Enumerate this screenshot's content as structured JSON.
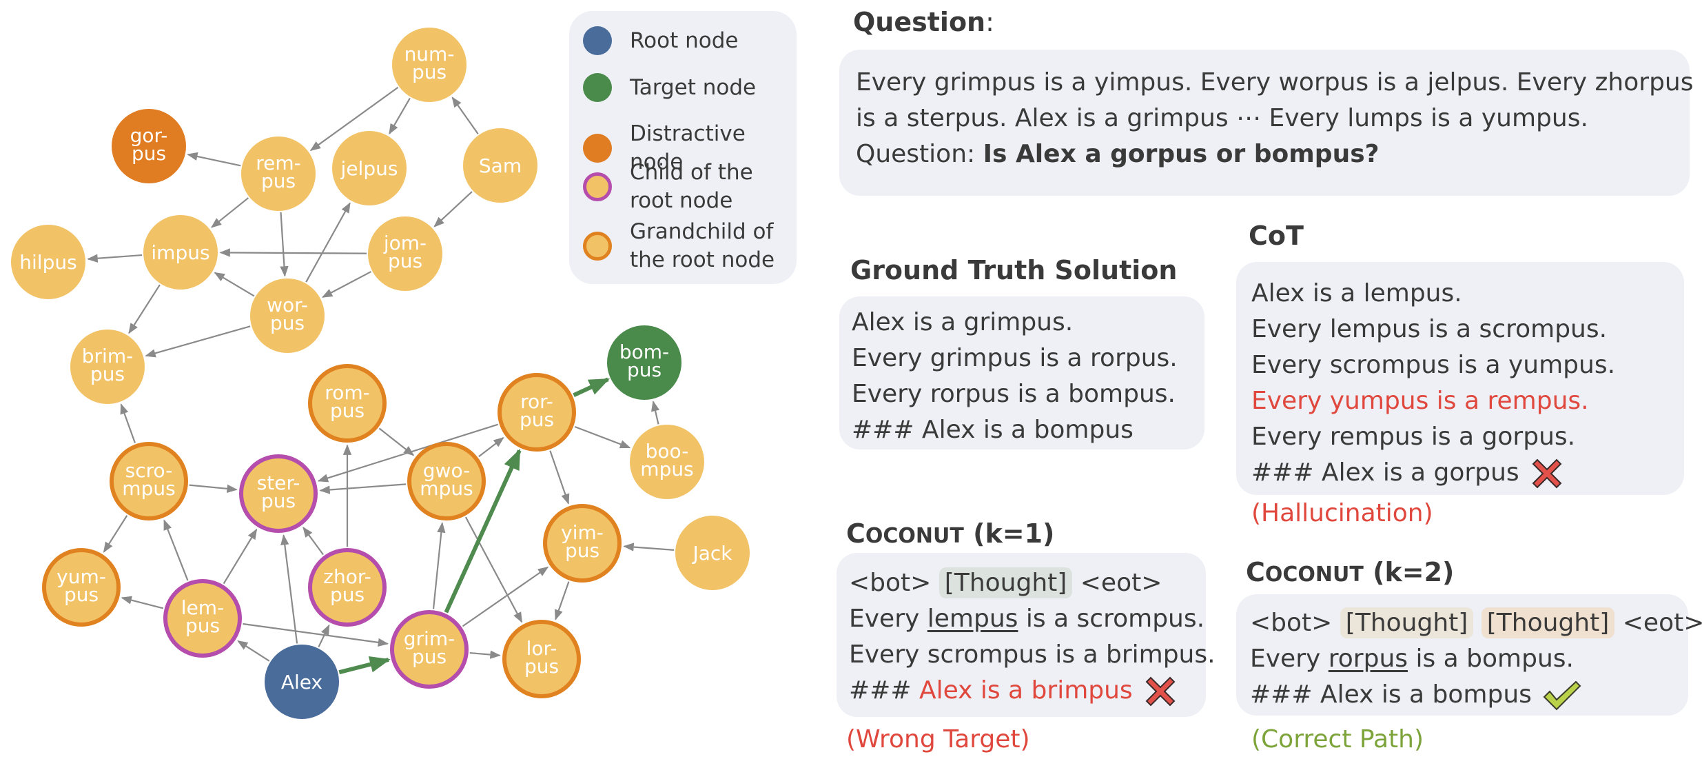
{
  "legend": [
    {
      "label": "Root node",
      "fill": "#4a6c9a",
      "stroke": "#4a6c9a"
    },
    {
      "label": "Target node",
      "fill": "#4a8a4a",
      "stroke": "#4a8a4a"
    },
    {
      "label": "Distractive node",
      "fill": "#e07c22",
      "stroke": "#e07c22"
    },
    {
      "label": "Child of the root node",
      "fill": "#f2c266",
      "stroke": "#b44dac"
    },
    {
      "label": "Grandchild of the root node",
      "fill": "#f2c266",
      "stroke": "#e0821f"
    }
  ],
  "graph": {
    "nodes": [
      {
        "id": "numpus",
        "label": "num-\npus",
        "type": "plain"
      },
      {
        "id": "gorpus",
        "label": "gor-\npus",
        "type": "distractive"
      },
      {
        "id": "rempus",
        "label": "rem-\npus",
        "type": "plain"
      },
      {
        "id": "jelpus",
        "label": "jelpus",
        "type": "plain"
      },
      {
        "id": "sam",
        "label": "Sam",
        "type": "plain"
      },
      {
        "id": "hilpus",
        "label": "hilpus",
        "type": "plain"
      },
      {
        "id": "impus",
        "label": "impus",
        "type": "plain"
      },
      {
        "id": "jompus",
        "label": "jom-\npus",
        "type": "plain"
      },
      {
        "id": "worpus",
        "label": "wor-\npus",
        "type": "plain"
      },
      {
        "id": "brimpus",
        "label": "brim-\npus",
        "type": "plain"
      },
      {
        "id": "rompus",
        "label": "rom-\npus",
        "type": "grandchild"
      },
      {
        "id": "rorpus",
        "label": "ror-\npus",
        "type": "grandchild"
      },
      {
        "id": "bompus",
        "label": "bom-\npus",
        "type": "target"
      },
      {
        "id": "boompus",
        "label": "boo-\nmpus",
        "type": "plain"
      },
      {
        "id": "scrompus",
        "label": "scro-\nmpus",
        "type": "grandchild"
      },
      {
        "id": "sterpus",
        "label": "ster-\npus",
        "type": "child"
      },
      {
        "id": "gwompus",
        "label": "gwo-\nmpus",
        "type": "grandchild"
      },
      {
        "id": "yimpus",
        "label": "yim-\npus",
        "type": "grandchild"
      },
      {
        "id": "jack",
        "label": "Jack",
        "type": "plain"
      },
      {
        "id": "yumpus",
        "label": "yum-\npus",
        "type": "grandchild"
      },
      {
        "id": "lempus",
        "label": "lem-\npus",
        "type": "child"
      },
      {
        "id": "zhorpus",
        "label": "zhor-\npus",
        "type": "child"
      },
      {
        "id": "grimpus",
        "label": "grim-\npus",
        "type": "child"
      },
      {
        "id": "lorpus",
        "label": "lor-\npus",
        "type": "grandchild"
      },
      {
        "id": "alex",
        "label": "Alex",
        "type": "root"
      }
    ],
    "edges": [
      [
        "numpus",
        "rempus",
        false
      ],
      [
        "numpus",
        "jelpus",
        false
      ],
      [
        "sam",
        "numpus",
        false
      ],
      [
        "sam",
        "jompus",
        false
      ],
      [
        "rempus",
        "gorpus",
        false
      ],
      [
        "rempus",
        "impus",
        false
      ],
      [
        "rempus",
        "worpus",
        false
      ],
      [
        "impus",
        "hilpus",
        false
      ],
      [
        "impus",
        "brimpus",
        false
      ],
      [
        "jompus",
        "impus",
        false
      ],
      [
        "jompus",
        "worpus",
        false
      ],
      [
        "worpus",
        "impus",
        false
      ],
      [
        "worpus",
        "jelpus",
        false
      ],
      [
        "worpus",
        "brimpus",
        false
      ],
      [
        "scrompus",
        "brimpus",
        false
      ],
      [
        "scrompus",
        "sterpus",
        false
      ],
      [
        "scrompus",
        "yumpus",
        false
      ],
      [
        "rorpus",
        "bompus",
        true
      ],
      [
        "rorpus",
        "sterpus",
        false
      ],
      [
        "rorpus",
        "boompus",
        false
      ],
      [
        "rorpus",
        "yimpus",
        false
      ],
      [
        "boompus",
        "bompus",
        false
      ],
      [
        "gwompus",
        "rorpus",
        false
      ],
      [
        "gwompus",
        "sterpus",
        false
      ],
      [
        "gwompus",
        "lorpus",
        false
      ],
      [
        "rompus",
        "gwompus",
        false
      ],
      [
        "zhorpus",
        "rompus",
        false
      ],
      [
        "zhorpus",
        "sterpus",
        false
      ],
      [
        "jack",
        "yimpus",
        false
      ],
      [
        "yimpus",
        "lorpus",
        false
      ],
      [
        "lempus",
        "yumpus",
        false
      ],
      [
        "lempus",
        "scrompus",
        false
      ],
      [
        "lempus",
        "sterpus",
        false
      ],
      [
        "lempus",
        "grimpus",
        false
      ],
      [
        "alex",
        "lempus",
        false
      ],
      [
        "alex",
        "sterpus",
        false
      ],
      [
        "alex",
        "zhorpus",
        false
      ],
      [
        "alex",
        "grimpus",
        true
      ],
      [
        "grimpus",
        "rorpus",
        true
      ],
      [
        "grimpus",
        "gwompus",
        false
      ],
      [
        "grimpus",
        "yimpus",
        false
      ],
      [
        "grimpus",
        "lorpus",
        false
      ]
    ]
  },
  "question": {
    "title": "Question",
    "title_suffix": ":",
    "lines": [
      "Every grimpus is a yimpus. Every worpus is a jelpus. Every zhorpus",
      "is a sterpus. Alex is a grimpus ⋯ Every lumps is a yumpus."
    ],
    "prefix": "Question: ",
    "bold": "Is Alex a gorpus or bompus?"
  },
  "ground_truth": {
    "title": "Ground Truth Solution",
    "lines": [
      "Alex is a grimpus.",
      "Every grimpus is a rorpus.",
      "Every rorpus is a bompus.",
      "### Alex is a bompus"
    ]
  },
  "cot": {
    "title": "CoT",
    "lines": [
      "Alex is a lempus.",
      "Every lempus is a scrompus.",
      "Every scrompus is a yumpus."
    ],
    "red_line": "Every yumpus is a rempus.",
    "line5": "Every rempus is a gorpus.",
    "answer": "### Alex is a gorpus",
    "caption": "(Hallucination)"
  },
  "coconut1": {
    "title_big": "C",
    "title_small": "OCONUT",
    "title_rest": " (k=1)",
    "bot": "<bot>",
    "thought": "[Thought]",
    "eot": "<eot>",
    "l2_pre": "Every ",
    "l2_ul": "lempus",
    "l2_post": " is a scrompus.",
    "l3": "Every scrompus is a brimpus.",
    "l4_pre": "### ",
    "l4_red": "Alex is a brimpus",
    "caption": "(Wrong Target)"
  },
  "coconut2": {
    "title_big": "C",
    "title_small": "OCONUT",
    "title_rest": " (k=2)",
    "bot": "<bot>",
    "thought1": "[Thought]",
    "thought2": "[Thought]",
    "eot": "<eot>",
    "l2_pre": "Every ",
    "l2_ul": "rorpus",
    "l2_post": " is a bompus.",
    "l3": "### Alex is a bompus",
    "caption": "(Correct Path)"
  }
}
